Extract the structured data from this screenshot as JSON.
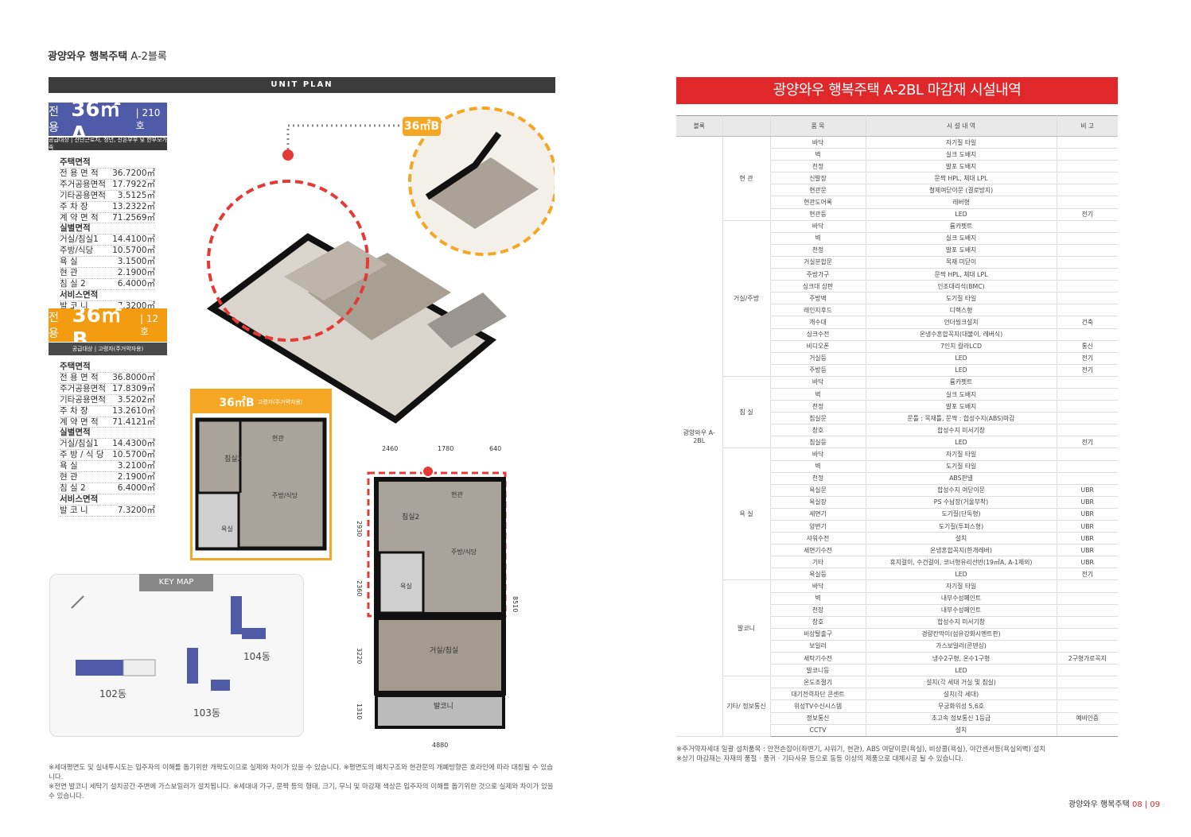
{
  "left": {
    "site_title_bold": "광양와우 행복주택",
    "site_title_block": " A-2블록",
    "unit_plan": "UNIT PLAN",
    "typeA": {
      "pre": "전용",
      "big": "36㎡A",
      "post": "| 210호",
      "target": "공급대상 | 산단근로자, 청년, 신혼부부 및 한부모가족",
      "rows": [
        [
          "주택면적",
          ""
        ],
        [
          "전 용 면 적",
          "36.7200㎡"
        ],
        [
          "주거공용면적",
          "17.7922㎡"
        ],
        [
          "기타공용면적",
          "3.5125㎡"
        ],
        [
          "주 차 장",
          "13.2322㎡"
        ],
        [
          "계 약 면 적",
          "71.2569㎡"
        ],
        [
          "실별면적",
          ""
        ],
        [
          "거실/침실1",
          "14.4100㎡"
        ],
        [
          "주방/식당",
          "10.5700㎡"
        ],
        [
          "욕 실",
          "3.1500㎡"
        ],
        [
          "현 관",
          "2.1900㎡"
        ],
        [
          "침 실 2",
          "6.4000㎡"
        ],
        [
          "서비스면적",
          ""
        ],
        [
          "발 코 니",
          "7.3200㎡"
        ]
      ]
    },
    "typeB": {
      "pre": "전용",
      "big": "36㎡B",
      "post": "| 12호",
      "target": "공급대상 | 고령자(주거약자용)",
      "rows": [
        [
          "주택면적",
          ""
        ],
        [
          "전 용 면 적",
          "36.8000㎡"
        ],
        [
          "주거공용면적",
          "17.8309㎡"
        ],
        [
          "기타공용면적",
          "3.5202㎡"
        ],
        [
          "주 차 장",
          "13.2610㎡"
        ],
        [
          "계 약 면 적",
          "71.4121㎡"
        ],
        [
          "실별면적",
          ""
        ],
        [
          "거실/침실1",
          "14.4300㎡"
        ],
        [
          "주 방 / 식 당",
          "10.5700㎡"
        ],
        [
          "욕 실",
          "3.2100㎡"
        ],
        [
          "현 관",
          "2.1900㎡"
        ],
        [
          "침 실 2",
          "6.4000㎡"
        ],
        [
          "서비스면적",
          ""
        ],
        [
          "발 코 니",
          "7.3200㎡"
        ]
      ]
    },
    "callout_b": "36㎡B",
    "small_plan_title": "36㎡B",
    "small_plan_sub": "고령자(주거약자용)",
    "rooms": {
      "bed2": "침실2",
      "entry": "현관",
      "kitchen": "주방/식당",
      "bath": "욕실",
      "living": "거실/침실",
      "balcony": "발코니"
    },
    "dims": {
      "d1": "2460",
      "d2": "1780",
      "d3": "640",
      "d4": "2930",
      "d5": "2360",
      "d6": "3220",
      "d7": "1310",
      "d8": "4880",
      "d9": "8510"
    },
    "keymap": {
      "title": "KEY MAP",
      "b102": "102동",
      "b103": "103동",
      "b104": "104동"
    },
    "notes": [
      "※세대평면도 및 실내투시도는 입주자의 이해를 돕기위한 개략도이므로 실제와 차이가 있을 수 있습니다. ※평면도의 배치구조와 현관문의 개폐방향은 호라인에 따라 대칭될 수 있습니다.",
      "※전면 발코니 세탁기 설치공간 주변에 가스보일러가 설치됩니다. ※세대내 가구, 문짝 등의 형태, 크기, 무늬 및 마감재 색상은 입주자의 이해를 돕기위한 것으로 실제와 차이가 있을 수 있습니다."
    ]
  },
  "right": {
    "header": "광양와우 행복주택 A-2BL 마감재 시설내역",
    "cols": [
      "블록",
      "품 목",
      "시 설 내 역",
      "비 고"
    ],
    "block": "광양와우 A-2BL",
    "groups": [
      {
        "name": "현 관",
        "rows": [
          [
            "바닥",
            "자기질 타일",
            ""
          ],
          [
            "벽",
            "실크 도배지",
            ""
          ],
          [
            "천정",
            "발포 도배지",
            ""
          ],
          [
            "신발장",
            "문짝 HPL, 체대 LPL",
            ""
          ],
          [
            "현관문",
            "철제여닫이문 (결로방지)",
            ""
          ],
          [
            "현관도어록",
            "레버형",
            ""
          ],
          [
            "현관등",
            "LED",
            "전기"
          ]
        ]
      },
      {
        "name": "거실/주방",
        "rows": [
          [
            "바닥",
            "륨카펫트",
            ""
          ],
          [
            "벽",
            "실크 도배지",
            ""
          ],
          [
            "천정",
            "발포 도배지",
            ""
          ],
          [
            "거실분합문",
            "목재 미닫이",
            ""
          ],
          [
            "주방가구",
            "문짝 HPL, 체대 LPL",
            ""
          ],
          [
            "싱크대 상판",
            "인조대리석(BMC)",
            ""
          ],
          [
            "주방벽",
            "도기질 타일",
            ""
          ],
          [
            "레인지후드",
            "디렉스형",
            ""
          ],
          [
            "개수대",
            "언더씽크설치",
            "건축"
          ],
          [
            "싱크수전",
            "온냉수혼합꼭지(대불이, 레버식)",
            ""
          ],
          [
            "비디오폰",
            "7인치 칼라LCD",
            "통신"
          ],
          [
            "거실등",
            "LED",
            "전기"
          ],
          [
            "주방등",
            "LED",
            "전기"
          ]
        ]
      },
      {
        "name": "침 실",
        "rows": [
          [
            "바닥",
            "륨카펫트",
            ""
          ],
          [
            "벽",
            "실크 도배지",
            ""
          ],
          [
            "천정",
            "발포 도배지",
            ""
          ],
          [
            "침실문",
            "문틀 : 목재틀, 문짝 : 합성수지(ABS)마감",
            ""
          ],
          [
            "창호",
            "합성수지 미서기창",
            ""
          ],
          [
            "침실등",
            "LED",
            "전기"
          ]
        ]
      },
      {
        "name": "욕 실",
        "rows": [
          [
            "바닥",
            "자기질 타일",
            ""
          ],
          [
            "벽",
            "도기질 타일",
            ""
          ],
          [
            "천정",
            "ABS판넬",
            ""
          ],
          [
            "욕실문",
            "합성수지 여닫이문",
            "UBR"
          ],
          [
            "욕실장",
            "PS 수납장(거울부착)",
            "UBR"
          ],
          [
            "세면기",
            "도기질(단독형)",
            "UBR"
          ],
          [
            "양변기",
            "도기질(투피스형)",
            "UBR"
          ],
          [
            "샤워수전",
            "설치",
            "UBR"
          ],
          [
            "세면기수전",
            "온냉혼합꼭지(한개레버)",
            "UBR"
          ],
          [
            "기타",
            "휴지걸이, 수건걸이, 코너형유리선반(19㎡A, A-1제외)",
            "UBR"
          ],
          [
            "욕실등",
            "LED",
            "전기"
          ]
        ]
      },
      {
        "name": "발코니",
        "rows": [
          [
            "바닥",
            "자기질 타일",
            ""
          ],
          [
            "벽",
            "내부수성페인트",
            ""
          ],
          [
            "천장",
            "내부수성페인트",
            ""
          ],
          [
            "창호",
            "합성수지 미서기창",
            ""
          ],
          [
            "비상탈출구",
            "경량칸막이(섬유강화시멘트판)",
            ""
          ],
          [
            "보일러",
            "가스보일러(콘덴싱)",
            ""
          ],
          [
            "세탁기수전",
            "냉수2구형, 온수1구형",
            "2구형가로꼭지"
          ],
          [
            "발코니등",
            "LED",
            ""
          ]
        ]
      },
      {
        "name": "기타/ 정보통신",
        "rows": [
          [
            "온도조절기",
            "설치(각 세대 거실 및 침실)",
            ""
          ],
          [
            "대기전력차단 콘센트",
            "설치(각 세대)",
            ""
          ],
          [
            "위성TV수신시스템",
            "무궁화위성 5,6호",
            ""
          ],
          [
            "정보통신",
            "초고속 정보통신 1등급",
            "예비인증"
          ],
          [
            "CCTV",
            "설치",
            ""
          ]
        ]
      }
    ],
    "notes": [
      "※주거약자세대 일괄 설치품목 : 안전손잡이(좌변기, 샤워기, 현관), ABS 여닫이문(욕실), 비상콜(욕실), 야간센서등(욕실외벽) 설치",
      "※상기 마감재는 자재의 품절 · 품귀 · 기타사유 등으로 동등 이상의 제품으로 대체시공 될 수 있습니다."
    ],
    "footer_title": "광양와우 행복주택",
    "footer_pages": "08 | 09"
  }
}
